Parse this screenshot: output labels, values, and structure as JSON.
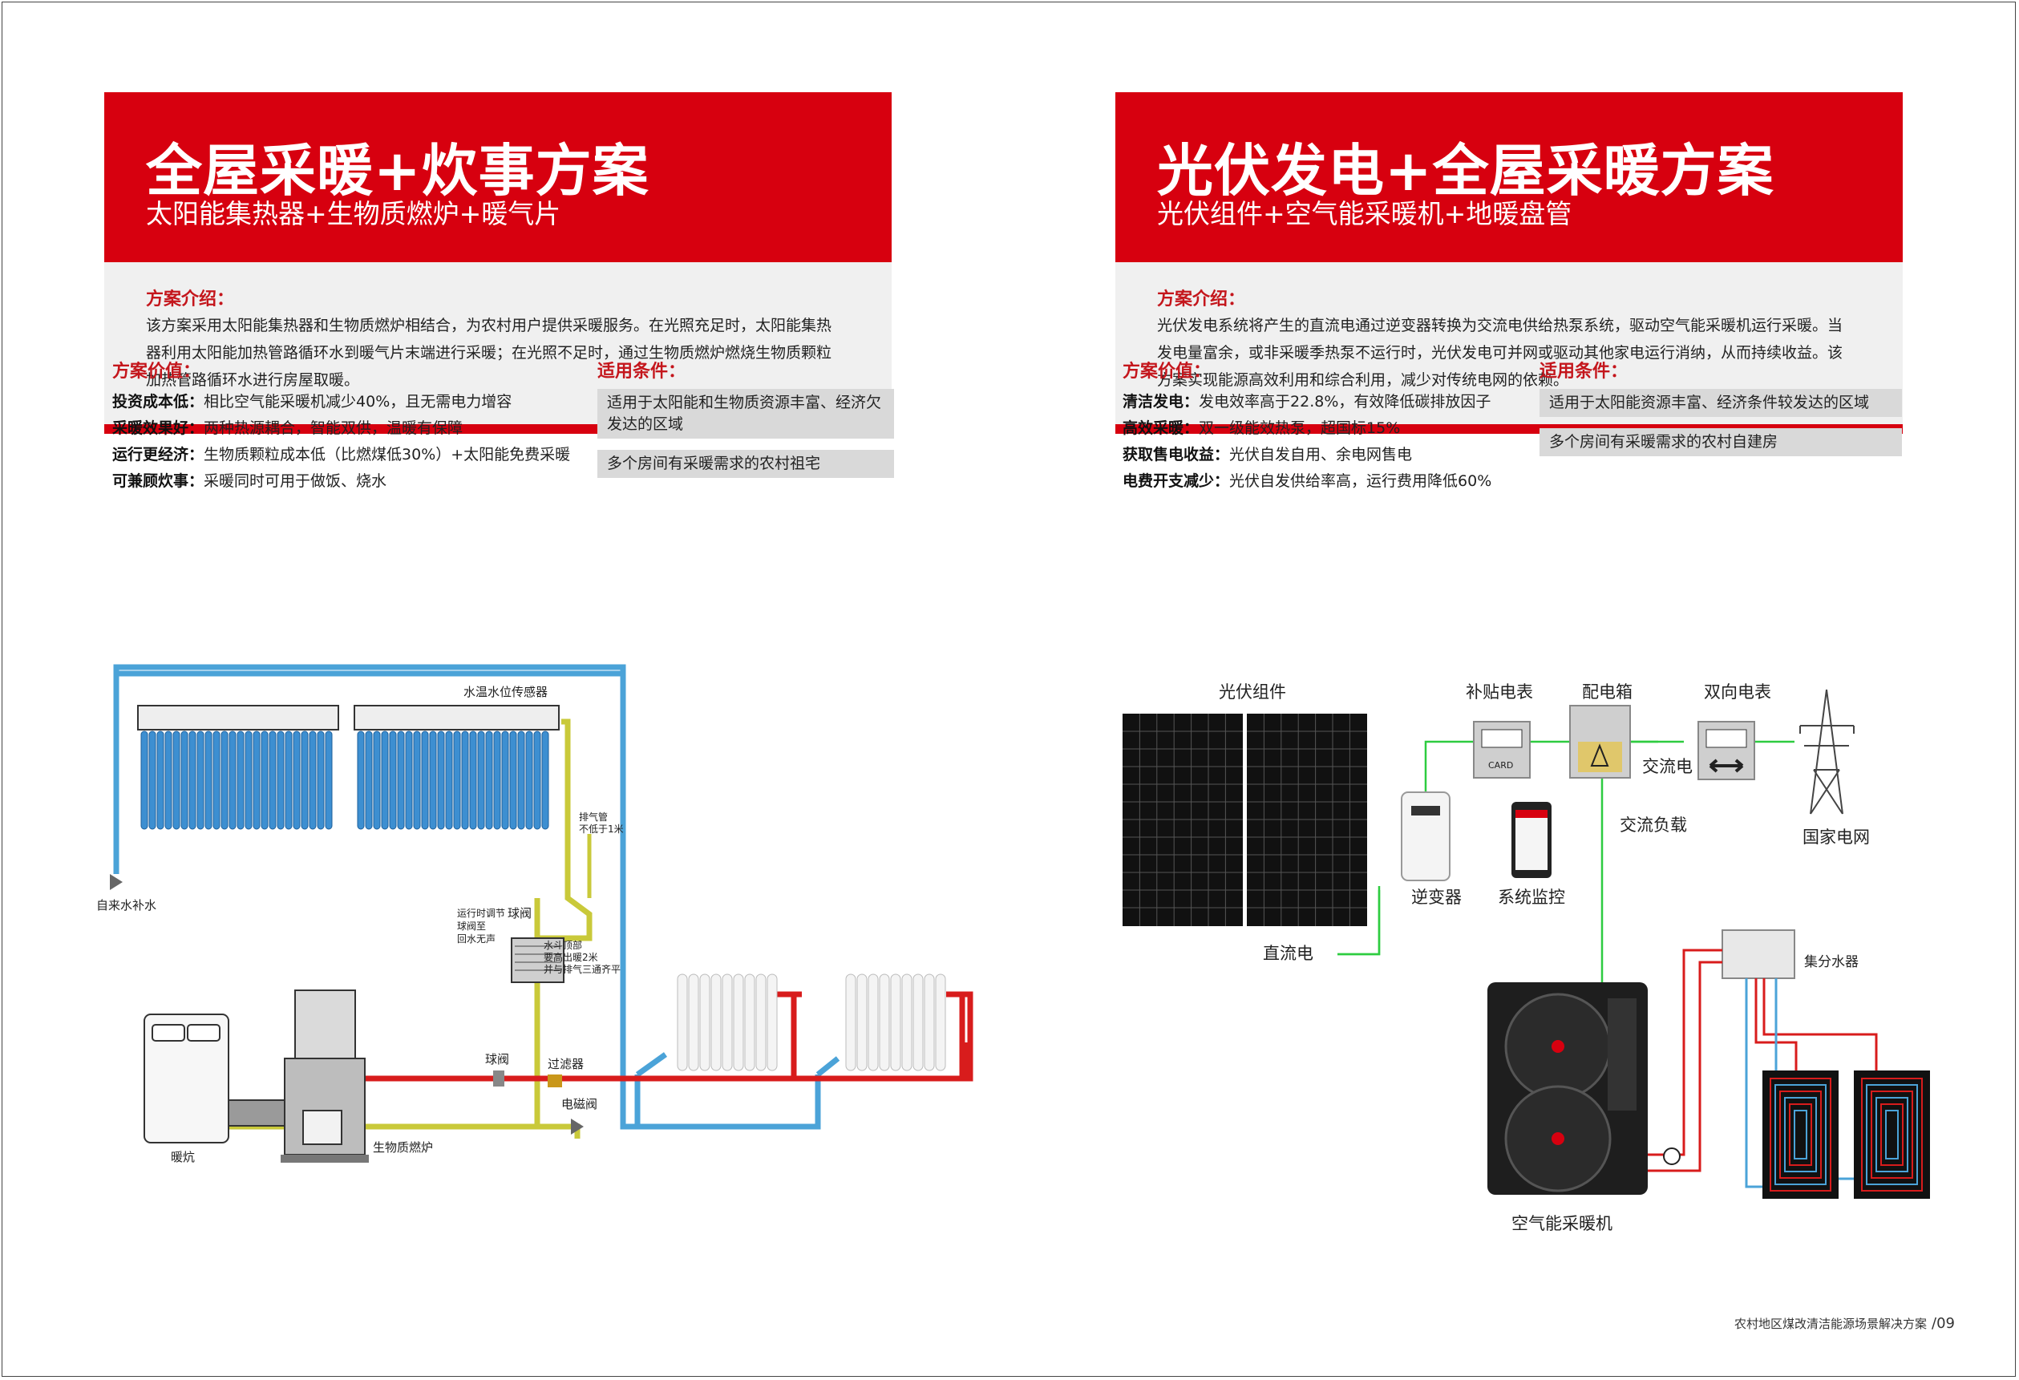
{
  "left": {
    "title": "全屋采暖+炊事方案",
    "subtitle": "太阳能集热器+生物质燃炉+暖气片",
    "intro_heading": "方案介绍：",
    "intro_text": "该方案采用太阳能集热器和生物质燃炉相结合，为农村用户提供采暖服务。在光照充足时，太阳能集热器利用太阳能加热管路循环水到暖气片末端进行采暖；在光照不足时，通过生物质燃炉燃烧生物质颗粒加热管路循环水进行房屋取暖。",
    "values_heading": "方案价值：",
    "values": [
      {
        "label": "投资成本低：",
        "text": "相比空气能采暖机减少40%，且无需电力增容"
      },
      {
        "label": "采暖效果好：",
        "text": "两种热源耦合，智能双供，温暖有保障"
      },
      {
        "label": "运行更经济：",
        "text": "生物质颗粒成本低（比燃煤低30%）+太阳能免费采暖"
      },
      {
        "label": "可兼顾炊事：",
        "text": "采暖同时可用于做饭、烧水"
      }
    ],
    "conditions_heading": "适用条件：",
    "conditions": [
      "适用于太阳能和生物质资源丰富、经济欠发达的区域",
      "多个房间有采暖需求的农村祖宅"
    ],
    "diagram_labels": {
      "sensor": "水温水位传感器",
      "makeup": "自来水补水",
      "vent": "排气管",
      "vent_note": "不低于1米",
      "valve_note_1": "运行时调节",
      "valve_note_2": "球阀至",
      "valve_note_3": "回水无声",
      "ball_valve_top": "球阀",
      "tank_note_1": "水斗顶部",
      "tank_note_2": "要高出暖2米",
      "tank_note_3": "并与排气三通齐平",
      "ball_valve": "球阀",
      "filter": "过滤器",
      "solenoid": "电磁阀",
      "kang": "暖炕",
      "stove": "生物质燃炉"
    }
  },
  "right": {
    "title": "光伏发电+全屋采暖方案",
    "subtitle": "光伏组件+空气能采暖机+地暖盘管",
    "intro_heading": "方案介绍：",
    "intro_text": "光伏发电系统将产生的直流电通过逆变器转换为交流电供给热泵系统，驱动空气能采暖机运行采暖。当发电量富余，或非采暖季热泵不运行时，光伏发电可并网或驱动其他家电运行消纳，从而持续收益。该方案实现能源高效利用和综合利用，减少对传统电网的依赖。",
    "values_heading": "方案价值：",
    "values": [
      {
        "label": "清洁发电：",
        "text": "发电效率高于22.8%，有效降低碳排放因子"
      },
      {
        "label": "高效采暖：",
        "text": "双一级能效热泵，超国标15%"
      },
      {
        "label": "获取售电收益：",
        "text": "光伏自发自用、余电网售电"
      },
      {
        "label": "电费开支减少：",
        "text": "光伏自发供给率高，运行费用降低60%"
      }
    ],
    "conditions_heading": "适用条件：",
    "conditions": [
      "适用于太阳能资源丰富、经济条件较发达的区域",
      "多个房间有采暖需求的农村自建房"
    ],
    "diagram_labels": {
      "pv": "光伏组件",
      "subsidy_meter": "补贴电表",
      "card": "CARD",
      "dist_box": "配电箱",
      "bi_meter": "双向电表",
      "ac_power": "交流电",
      "ac_load": "交流负载",
      "grid": "国家电网",
      "inverter": "逆变器",
      "monitor": "系统监控",
      "dc": "直流电",
      "manifold": "集分水器",
      "heat_pump": "空气能采暖机"
    }
  },
  "footer": {
    "text": "农村地区煤改清洁能源场景解决方案",
    "page": "/09"
  },
  "colors": {
    "brand_red": "#d7000f",
    "heading_red": "#c4161c",
    "pipe_blue": "#4ba3d8",
    "pipe_red": "#d81c1c",
    "pipe_yellow": "#c9c93a",
    "wire_green": "#2ecc40"
  }
}
